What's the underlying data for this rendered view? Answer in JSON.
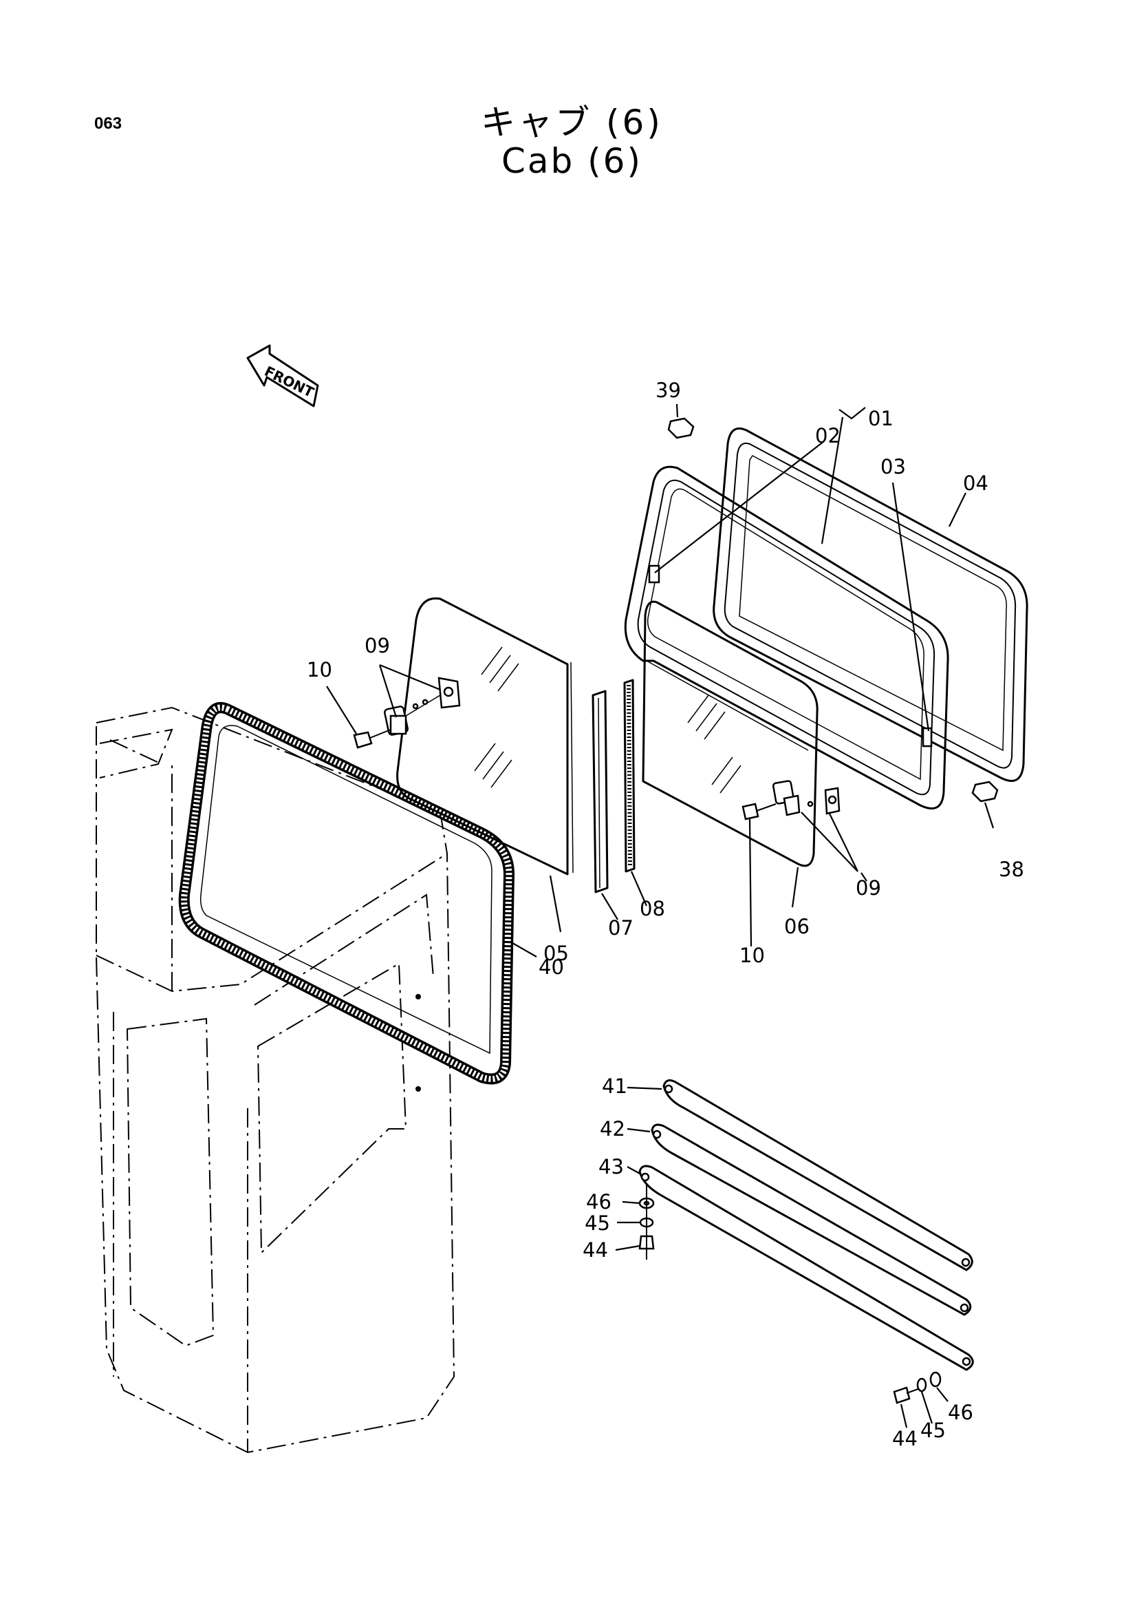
{
  "header": {
    "page_code": "063",
    "title_jp": "キャブ (6)",
    "title_en": "Cab (6)"
  },
  "direction_label": "FRONT",
  "callouts": {
    "c01": "01",
    "c02": "02",
    "c03": "03",
    "c04": "04",
    "c05": "05",
    "c06": "06",
    "c07": "07",
    "c08": "08",
    "c09a": "09",
    "c09b": "09",
    "c10a": "10",
    "c10b": "10",
    "c38": "38",
    "c39": "39",
    "c40": "40",
    "c41": "41",
    "c42": "42",
    "c43": "43",
    "c44a": "44",
    "c44b": "44",
    "c45a": "45",
    "c45b": "45",
    "c46a": "46",
    "c46b": "46"
  }
}
